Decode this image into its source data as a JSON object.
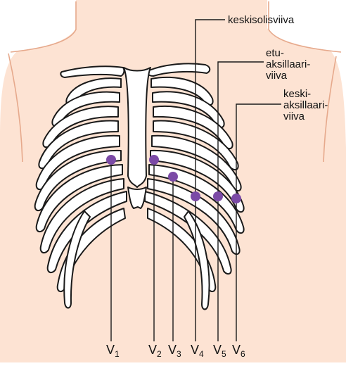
{
  "colors": {
    "skin": "#fde3d3",
    "skin_outline": "#e6a98c",
    "rib_fill": "#ffffff",
    "rib_outline": "#1a1a1a",
    "electrode": "#7b4aa6",
    "leader_line": "#1a1a1a"
  },
  "labels": {
    "midclavicular": "keskisolisviiva",
    "anterior_axillary": [
      "etu-",
      "aksillaari-",
      "viiva"
    ],
    "mid_axillary": [
      "keski-",
      "aksillaari-",
      "viiva"
    ]
  },
  "leads": [
    {
      "name": "V",
      "sub": "1"
    },
    {
      "name": "V",
      "sub": "2"
    },
    {
      "name": "V",
      "sub": "3"
    },
    {
      "name": "V",
      "sub": "4"
    },
    {
      "name": "V",
      "sub": "5"
    },
    {
      "name": "V",
      "sub": "6"
    }
  ]
}
